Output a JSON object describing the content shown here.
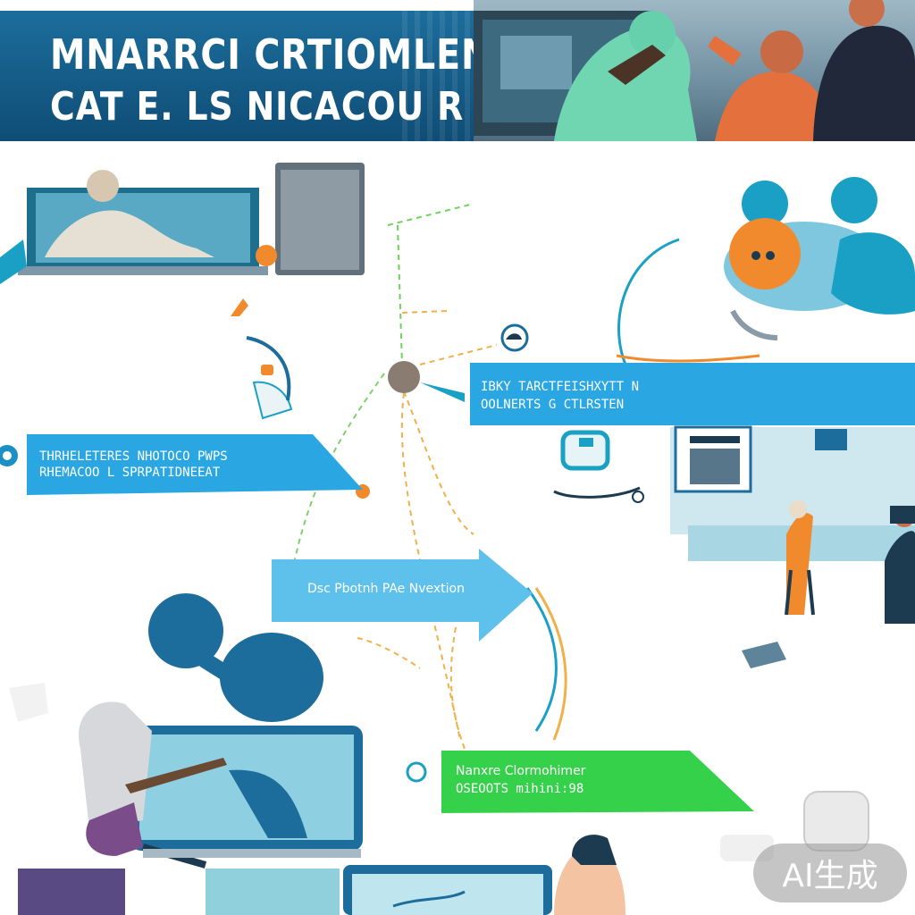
{
  "header": {
    "line1": "MNARRCI CRTIOMLENR",
    "line2": "CAT E. LS NICACOU R"
  },
  "callouts": {
    "top_right": {
      "line1": "IBKY TARCTFEISHXYTT N",
      "line2": "OOLNERTS G CTLRSTEN"
    },
    "left": {
      "line1": "THRHELETERES NHOTOCO PWPS",
      "line2": "RHEMACOO L SPRPATIDNEEAT"
    },
    "center": {
      "text": "Dsc Pbotnh PAe Nvextion"
    },
    "bottom": {
      "line1": "Nanxre Clormohimer",
      "line2": "OSEOOTS mihini:98"
    }
  },
  "watermark": {
    "label": "AI生成"
  },
  "colors": {
    "banner": "#135883",
    "ribbon_blue": "#2aa7e3",
    "ribbon_light": "#5ec1ec",
    "ribbon_green": "#35d14a",
    "accent_orange": "#f08a2c",
    "teal": "#1ba0c5"
  }
}
